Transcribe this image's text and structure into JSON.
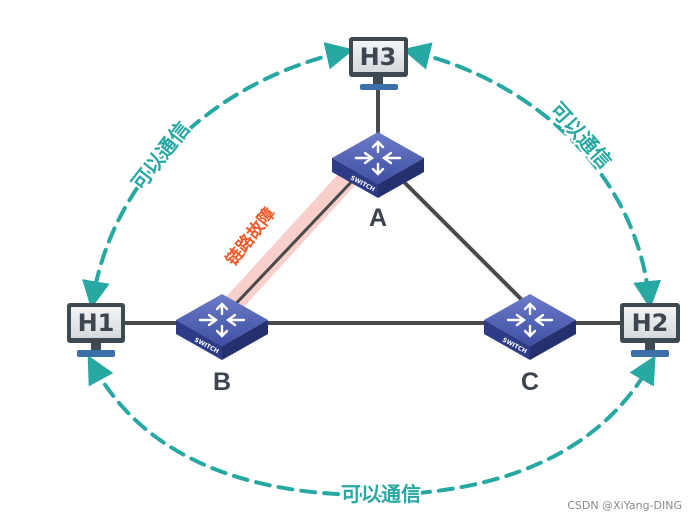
{
  "hosts": {
    "h1": {
      "label": "H1"
    },
    "h2": {
      "label": "H2"
    },
    "h3": {
      "label": "H3"
    }
  },
  "switches": {
    "a": {
      "label": "A",
      "device_text": "SWITCH"
    },
    "b": {
      "label": "B",
      "device_text": "SWITCH"
    },
    "c": {
      "label": "C",
      "device_text": "SWITCH"
    }
  },
  "links": {
    "fault_label": "链路故障"
  },
  "communication": {
    "left": "可以通信",
    "right": "可以通信",
    "bottom": "可以通信"
  },
  "watermark": "CSDN @XiYang-DING",
  "colors": {
    "teal": "#27a8a3",
    "fault_orange": "#f05a28",
    "switch_blue": "#3f4fa3",
    "link_gray": "#4a4a4a"
  }
}
